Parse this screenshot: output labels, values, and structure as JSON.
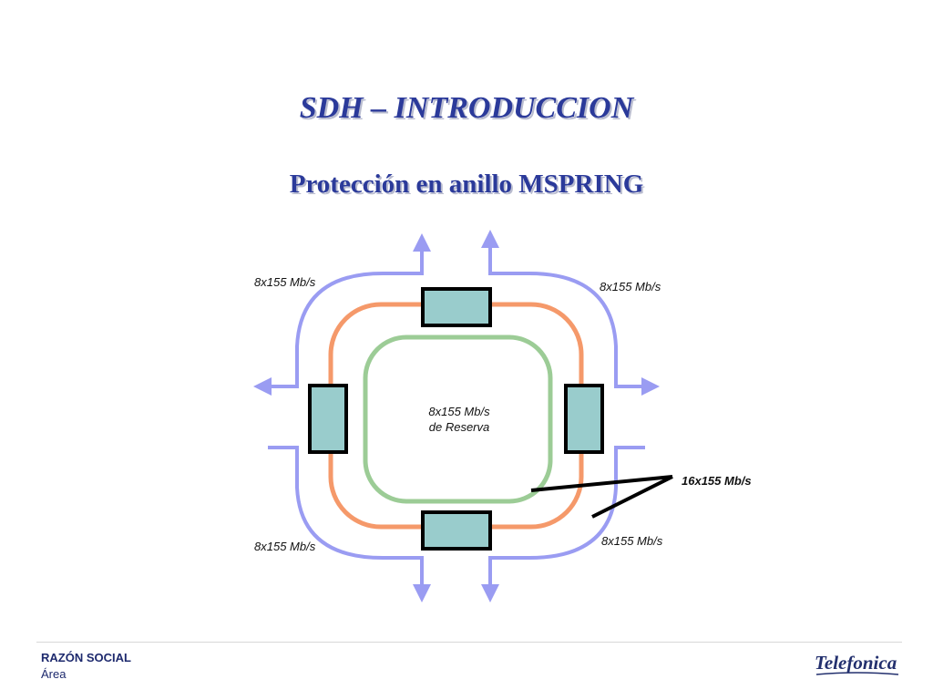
{
  "slide": {
    "title": "SDH – INTRODUCCION",
    "subtitle": "Protección en anillo MSPRING"
  },
  "diagram": {
    "label_top_left": "8x155 Mb/s",
    "label_top_right": "8x155 Mb/s",
    "label_bottom_left": "8x155 Mb/s",
    "label_bottom_right": "8x155 Mb/s",
    "center_line1": "8x155 Mb/s",
    "center_line2": "de Reserva",
    "callout": "16x155 Mb/s",
    "colors": {
      "outer_ring": "#9a9cf2",
      "working_ring": "#f5996a",
      "protection_ring": "#9ccc96",
      "node_fill": "#99cccc",
      "node_stroke": "#000000",
      "heading": "#2b3a9a"
    }
  },
  "footer": {
    "company": "RAZÓN SOCIAL",
    "area": "Área",
    "logo_text": "Telefonica"
  }
}
